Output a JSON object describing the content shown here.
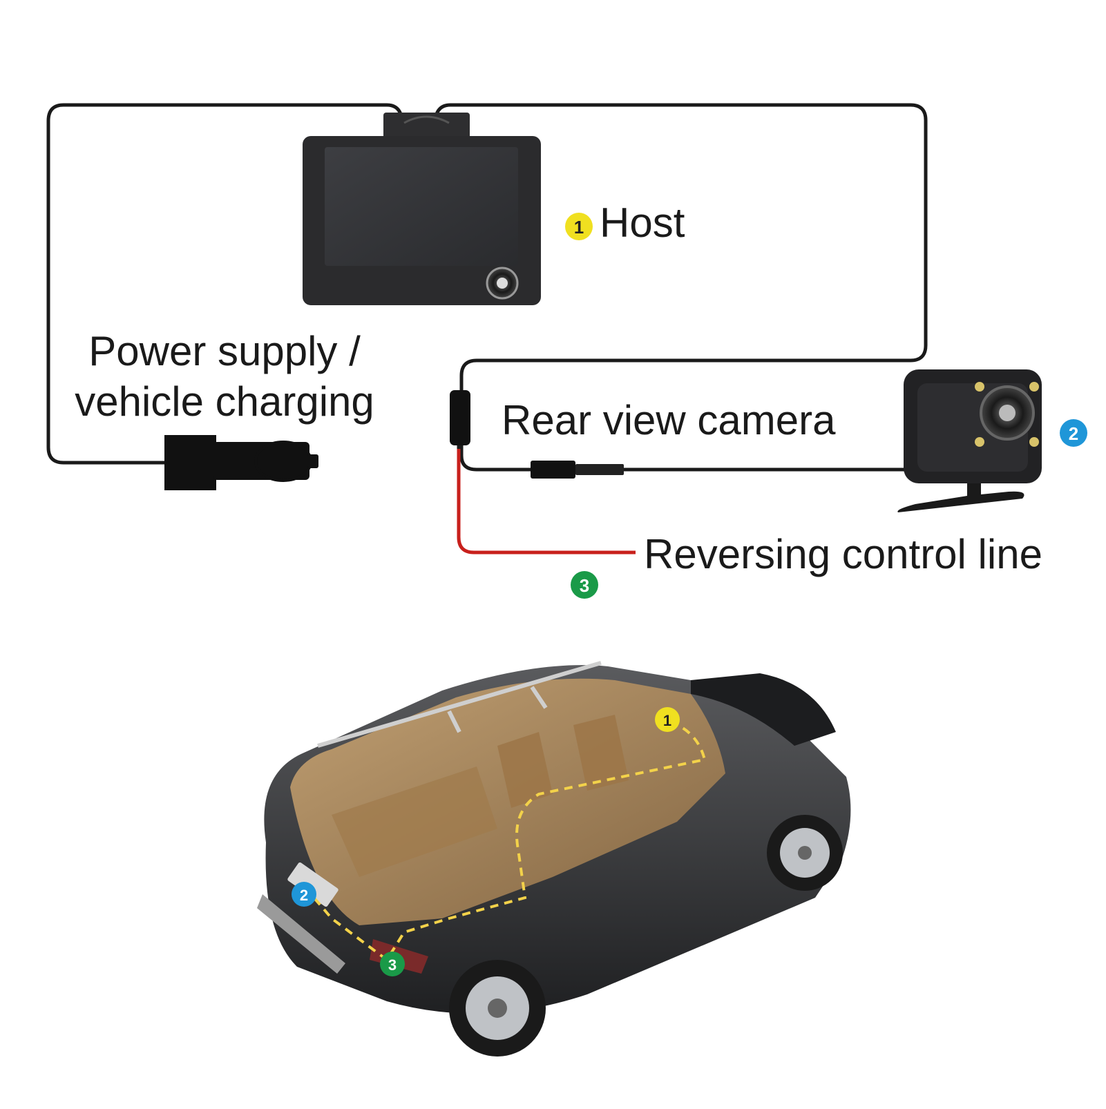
{
  "labels": {
    "host": "Host",
    "power_line1": "Power supply /",
    "power_line2": "vehicle charging",
    "rear_camera": "Rear view camera",
    "reversing_line": "Reversing control line"
  },
  "badges": [
    {
      "id": "1",
      "color": "#f0e020",
      "text_color": "#222222"
    },
    {
      "id": "2",
      "color": "#1f96d8",
      "text_color": "#ffffff"
    },
    {
      "id": "3",
      "color": "#1a9a48",
      "text_color": "#ffffff"
    }
  ],
  "colors": {
    "cable": "#1a1a1a",
    "reversing_wire": "#c8201c",
    "route_path": "#f3d24a",
    "device_body": "#2b2b2d",
    "screen": "#333438",
    "car_body": "#2a2b2d",
    "interior": "#b58f5f"
  },
  "icons": {
    "host_device": "dashcam-host-icon",
    "charger": "car-charger-icon",
    "camera": "rear-camera-icon",
    "car": "suv-car-icon"
  }
}
